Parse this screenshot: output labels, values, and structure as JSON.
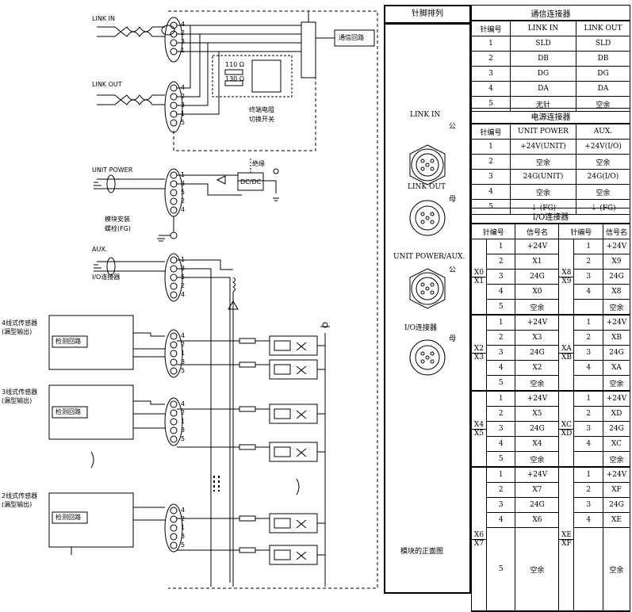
{
  "diagram": {
    "labels": {
      "link_in": "LINK IN",
      "link_out": "LINK OUT",
      "comm_circuit": "通信回路",
      "r110": "110 Ω",
      "r130": "130 Ω",
      "terminator_switch_1": "终端电阻",
      "terminator_switch_2": "切换开关",
      "unit_power": "UNIT POWER",
      "insulation": "绝缘",
      "dcdc": "DC/DC",
      "mount_bolt_1": "模块安装",
      "mount_bolt_2": "螺栓(FG)",
      "aux": "AUX.",
      "io_connector": "I/O连接器",
      "sensor4_1": "4线式传感器",
      "sensor4_2": "(漏型输出)",
      "sensor3_1": "3线式传感器",
      "sensor3_2": "(漏型输出)",
      "sensor2_1": "2线式传感器",
      "sensor2_2": "(漏型输出)",
      "detect_circuit": "检测回路"
    },
    "pin_numbers": {
      "link_in": [
        "4",
        "2",
        "3",
        "1"
      ],
      "link_out": [
        "4",
        "2",
        "3",
        "1",
        "5"
      ],
      "unit_power": [
        "1",
        "3",
        "5",
        "2",
        "4"
      ],
      "aux": [
        "1",
        "3",
        "5",
        "2",
        "4"
      ],
      "sensor": [
        "4",
        "2",
        "1",
        "3",
        "5"
      ]
    }
  },
  "pin_panel": {
    "header": "针脚排列",
    "link_in": "LINK IN",
    "link_in_gender": "公",
    "link_out": "LINK OUT",
    "link_out_gender": "母",
    "unit_power_aux": "UNIT POWER/AUX.",
    "unit_power_aux_gender": "公",
    "io_connector": "I/O连接器",
    "io_connector_gender": "母",
    "front_view": "模块的正面图"
  },
  "comm_table": {
    "title": "通信连接器",
    "headers": [
      "针编号",
      "LINK IN",
      "LINK OUT"
    ],
    "rows": [
      [
        "1",
        "SLD",
        "SLD"
      ],
      [
        "2",
        "DB",
        "DB"
      ],
      [
        "3",
        "DG",
        "DG"
      ],
      [
        "4",
        "DA",
        "DA"
      ],
      [
        "5",
        "无针",
        "空余"
      ]
    ]
  },
  "power_table": {
    "title": "电源连接器",
    "headers": [
      "针编号",
      "UNIT POWER",
      "AUX."
    ],
    "rows": [
      [
        "1",
        "+24V(UNIT)",
        "+24V(I/O)"
      ],
      [
        "2",
        "空余",
        "空余"
      ],
      [
        "3",
        "24G(UNIT)",
        "24G(I/O)"
      ],
      [
        "4",
        "空余",
        "空余"
      ],
      [
        "5",
        "⏚ (FG)",
        "⏚ (FG)"
      ]
    ]
  },
  "io_table": {
    "title": "I/O连接器",
    "headers": [
      "针编号",
      "信号名",
      "针编号",
      "信号名"
    ],
    "groups": [
      {
        "left": [
          "X0",
          "X1"
        ],
        "right": [
          "X8",
          "X9"
        ],
        "rows": [
          [
            "1",
            "+24V",
            "1",
            "+24V"
          ],
          [
            "2",
            "X1",
            "2",
            "X9"
          ],
          [
            "3",
            "24G",
            "3",
            "24G"
          ],
          [
            "4",
            "X0",
            "4",
            "X8"
          ],
          [
            "5",
            "空余",
            "",
            "空余"
          ]
        ]
      },
      {
        "left": [
          "X2",
          "X3"
        ],
        "right": [
          "XA",
          "XB"
        ],
        "rows": [
          [
            "1",
            "+24V",
            "1",
            "+24V"
          ],
          [
            "2",
            "X3",
            "2",
            "XB"
          ],
          [
            "3",
            "24G",
            "3",
            "24G"
          ],
          [
            "4",
            "X2",
            "4",
            "XA"
          ],
          [
            "5",
            "空余",
            "",
            "空余"
          ]
        ]
      },
      {
        "left": [
          "X4",
          "X5"
        ],
        "right": [
          "XC",
          "XD"
        ],
        "rows": [
          [
            "1",
            "+24V",
            "1",
            "+24V"
          ],
          [
            "2",
            "X5",
            "2",
            "XD"
          ],
          [
            "3",
            "24G",
            "3",
            "24G"
          ],
          [
            "4",
            "X4",
            "4",
            "XC"
          ],
          [
            "5",
            "空余",
            "",
            "空余"
          ]
        ]
      },
      {
        "left": [
          "X6",
          "X7"
        ],
        "right": [
          "XE",
          "XF"
        ],
        "rows": [
          [
            "1",
            "+24V",
            "1",
            "+24V"
          ],
          [
            "2",
            "X7",
            "2",
            "XF"
          ],
          [
            "3",
            "24G",
            "3",
            "24G"
          ],
          [
            "4",
            "X6",
            "4",
            "XE"
          ],
          [
            "5",
            "空余",
            "",
            "空余"
          ]
        ]
      }
    ]
  }
}
